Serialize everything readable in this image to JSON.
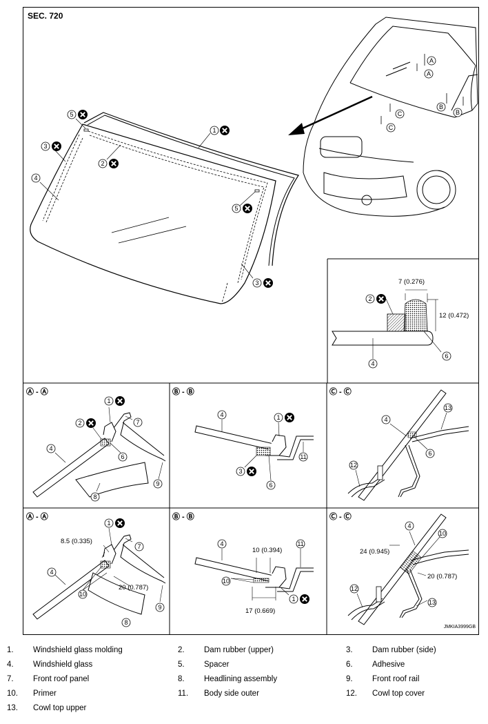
{
  "section_label": "SEC. 720",
  "image_code": "JMKIA3999GB",
  "section_headers": {
    "a1": "Ⓐ - Ⓐ",
    "b1": "Ⓑ - Ⓑ",
    "c1": "Ⓒ - Ⓒ",
    "a2": "Ⓐ - Ⓐ",
    "b2": "Ⓑ - Ⓑ",
    "c2": "Ⓒ - Ⓒ"
  },
  "markers": {
    "A": "A",
    "B": "B",
    "C": "C"
  },
  "callouts": {
    "n1": "1",
    "n2": "2",
    "n3": "3",
    "n4": "4",
    "n5": "5",
    "n6": "6",
    "n7": "7",
    "n8": "8",
    "n9": "9",
    "n10": "10",
    "n11": "11",
    "n12": "12",
    "n13": "13"
  },
  "dimensions": {
    "width_adhesive": "7 (0.276)",
    "height_adhesive": "12 (0.472)",
    "a_offset": "8.5 (0.335)",
    "a_primer": "20 (0.787)",
    "b_top": "10 (0.394)",
    "b_bottom": "17 (0.669)",
    "c_left": "24 (0.945)",
    "c_right": "20 (0.787)"
  },
  "legend": [
    {
      "num": "1.",
      "text": "Windshield glass molding"
    },
    {
      "num": "2.",
      "text": "Dam rubber (upper)"
    },
    {
      "num": "3.",
      "text": "Dam rubber (side)"
    },
    {
      "num": "4.",
      "text": "Windshield glass"
    },
    {
      "num": "5.",
      "text": "Spacer"
    },
    {
      "num": "6.",
      "text": "Adhesive"
    },
    {
      "num": "7.",
      "text": "Front roof panel"
    },
    {
      "num": "8.",
      "text": "Headlining assembly"
    },
    {
      "num": "9.",
      "text": "Front roof rail"
    },
    {
      "num": "10.",
      "text": "Primer"
    },
    {
      "num": "11.",
      "text": "Body side outer"
    },
    {
      "num": "12.",
      "text": "Cowl top cover"
    },
    {
      "num": "13.",
      "text": "Cowl top upper"
    }
  ]
}
